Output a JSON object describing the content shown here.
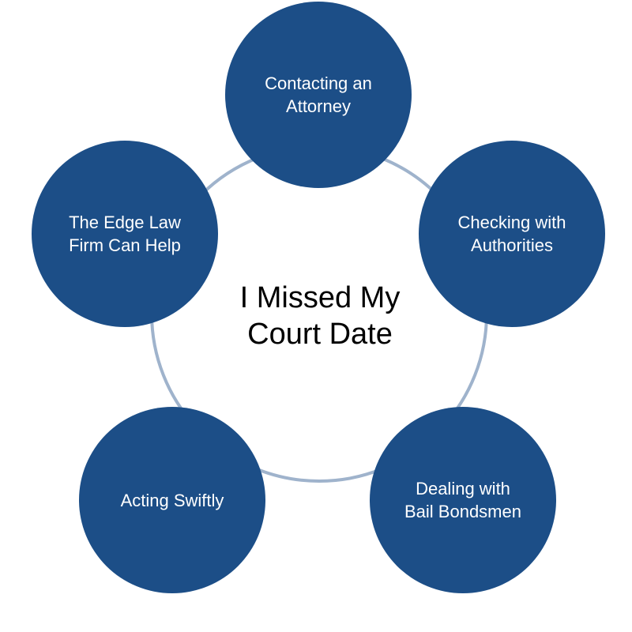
{
  "diagram": {
    "center_lines": [
      "I Missed My",
      "Court Date"
    ],
    "nodes": [
      {
        "lines": [
          "Contacting an",
          "Attorney"
        ]
      },
      {
        "lines": [
          "Checking with",
          "Authorities"
        ]
      },
      {
        "lines": [
          "Dealing with",
          "Bail Bondsmen"
        ]
      },
      {
        "lines": [
          "Acting Swiftly"
        ]
      },
      {
        "lines": [
          "The Edge Law",
          "Firm Can Help"
        ]
      }
    ]
  },
  "colors": {
    "node_fill": "#1c4e87",
    "node_text": "#ffffff",
    "ring_stroke": "#9fb3cc"
  }
}
